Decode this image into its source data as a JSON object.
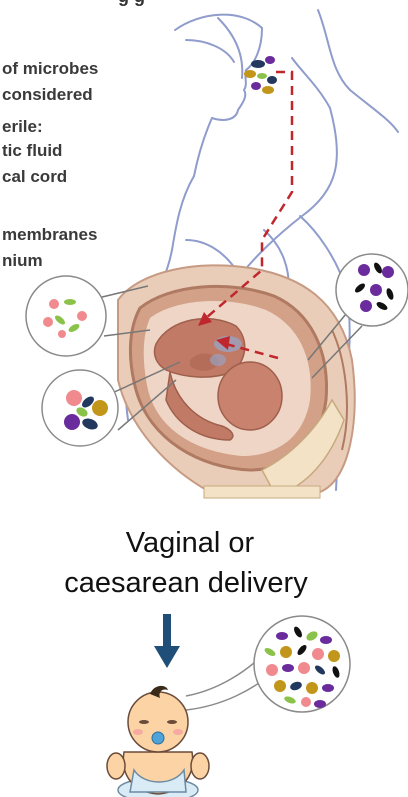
{
  "top_fragment": "g  g",
  "left_text": {
    "line1": "of microbes",
    "line2": "considered",
    "line3": "erile:",
    "line4": "tic fluid",
    "line5": "cal cord",
    "line6": "membranes",
    "line7": "nium"
  },
  "delivery_text": {
    "line1": "Vaginal or",
    "line2": "caesarean delivery"
  },
  "colors": {
    "outline": "#8f9ccc",
    "arrow_red": "#c0272d",
    "arrow_blue": "#1f4e79",
    "uterus": "#d2a188",
    "fetus": "#c07a66",
    "microbe_purple": "#6a2c9c",
    "microbe_pink": "#f08a8e",
    "microbe_green": "#8bc34a",
    "microbe_gold": "#c2961a",
    "microbe_navy": "#22385e",
    "baby_skin": "#fbd3a4",
    "diaper": "#d9ecf5"
  }
}
